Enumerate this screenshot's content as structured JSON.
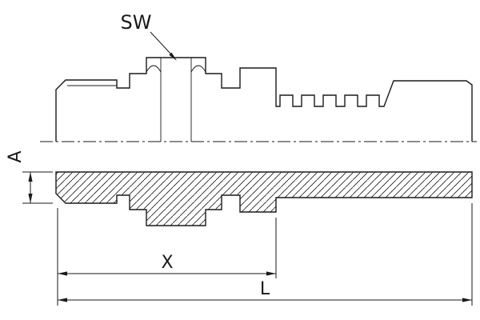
{
  "diagram": {
    "labels": {
      "sw": "SW",
      "a": "A",
      "x": "X",
      "l": "L"
    },
    "colors": {
      "line": "#1a1a1a",
      "background": "#ffffff"
    }
  }
}
